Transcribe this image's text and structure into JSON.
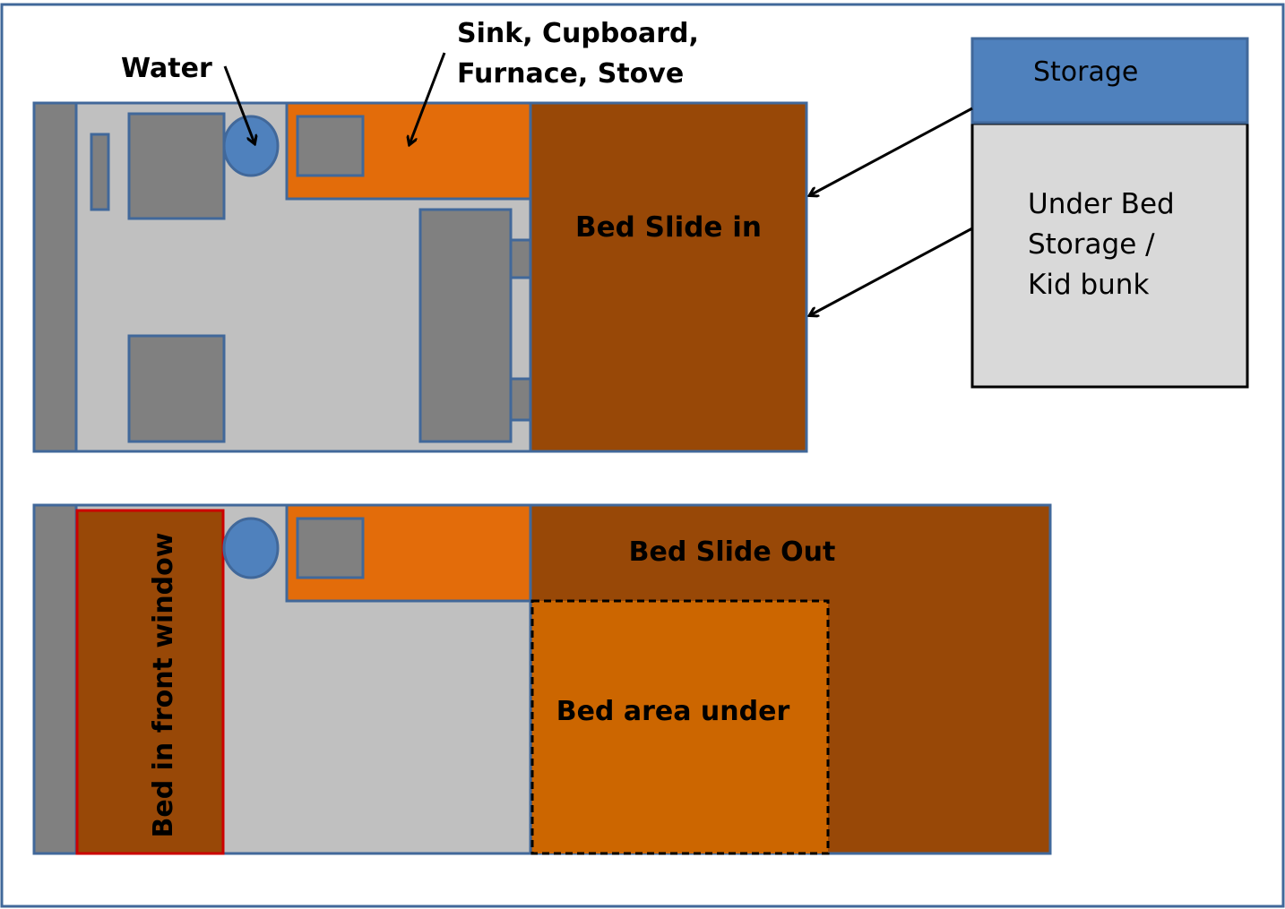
{
  "labels": {
    "water": "Water",
    "sink_line1": "Sink, Cupboard,",
    "sink_line2": "Furnace, Stove",
    "bed_slide_in": "Bed Slide in",
    "storage": "Storage",
    "under_bed_line1": "Under Bed",
    "under_bed_line2": "Storage /",
    "under_bed_line3": "Kid bunk",
    "bed_slide_out": "Bed Slide Out",
    "bed_area_under": "Bed area under",
    "bed_front_window": "Bed in front window"
  },
  "colors": {
    "floor": "#c0c0c0",
    "fixture": "#808080",
    "outline_blue": "#41689a",
    "counter_orange": "#e36c0a",
    "bed_brown": "#984807",
    "bed_under_orange": "#cc6600",
    "water_blue": "#4f81bd",
    "storage_header": "#4f81bd",
    "storage_body": "#d9d9d9",
    "bed_window_border": "#cc0000"
  }
}
